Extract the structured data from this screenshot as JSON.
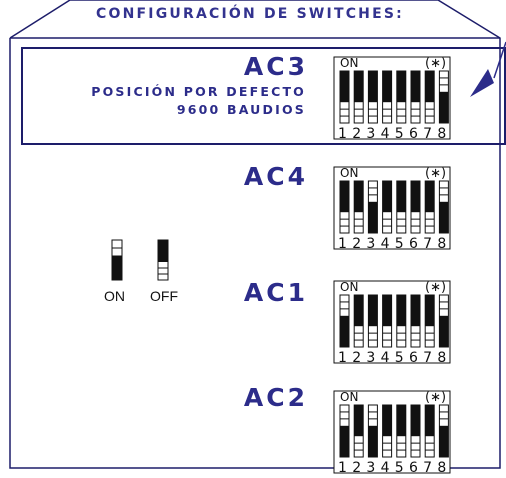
{
  "title": "CONFIGURACIÓN DE SWITCHES:",
  "legend": {
    "on_label": "ON",
    "off_label": "OFF"
  },
  "switch_header": {
    "on": "ON",
    "marker": "(∗)"
  },
  "switch_numbers": [
    "1",
    "2",
    "3",
    "4",
    "5",
    "6",
    "7",
    "8"
  ],
  "colors": {
    "accent": "#2c2c8a",
    "switch_fill": "#111111"
  },
  "sets": [
    {
      "id": "ac3",
      "label": "AC3",
      "highlighted": true,
      "subtitle_1": "POSICIÓN POR DEFECTO",
      "subtitle_2": "9600 BAUDIOS",
      "switches": [
        "off",
        "off",
        "off",
        "off",
        "off",
        "off",
        "off",
        "on"
      ]
    },
    {
      "id": "ac4",
      "label": "AC4",
      "switches": [
        "off",
        "off",
        "on",
        "off",
        "off",
        "off",
        "off",
        "on"
      ]
    },
    {
      "id": "ac1",
      "label": "AC1",
      "switches": [
        "on",
        "off",
        "off",
        "off",
        "off",
        "off",
        "off",
        "on"
      ]
    },
    {
      "id": "ac2",
      "label": "AC2",
      "switches": [
        "on",
        "off",
        "on",
        "off",
        "off",
        "off",
        "off",
        "on"
      ]
    }
  ]
}
